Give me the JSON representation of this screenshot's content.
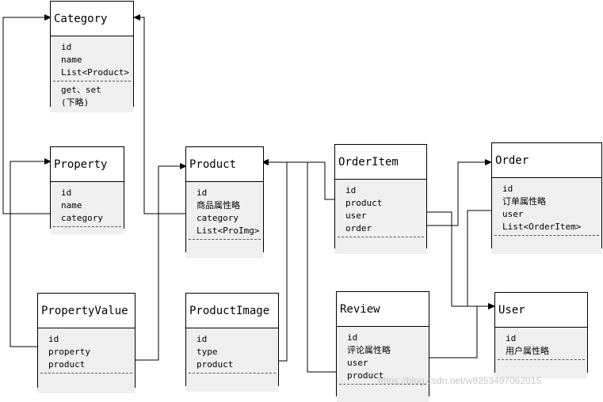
{
  "classes": {
    "category": {
      "name": "Category",
      "fields": [
        "id",
        "name",
        "List<Product>"
      ],
      "methods": [
        "get、set",
        "(下略)"
      ]
    },
    "property": {
      "name": "Property",
      "fields": [
        "id",
        "name",
        "category"
      ]
    },
    "product": {
      "name": "Product",
      "fields": [
        "id",
        "商品属性略",
        "category",
        "List<ProImg>"
      ]
    },
    "orderitem": {
      "name": "OrderItem",
      "fields": [
        "id",
        "product",
        "user",
        "order"
      ]
    },
    "order": {
      "name": "Order",
      "fields": [
        "id",
        "订单属性略",
        "user",
        "List<OrderItem>"
      ]
    },
    "propertyvalue": {
      "name": "PropertyValue",
      "fields": [
        "id",
        "property",
        "product"
      ]
    },
    "productimage": {
      "name": "ProductImage",
      "fields": [
        "id",
        "type",
        "product"
      ]
    },
    "review": {
      "name": "Review",
      "fields": [
        "id",
        "评论属性略",
        "user",
        "product"
      ]
    },
    "user": {
      "name": "User",
      "fields": [
        "id",
        "用户属性略"
      ]
    }
  },
  "watermark": "https://blog.csdn.net/w8253497062015"
}
